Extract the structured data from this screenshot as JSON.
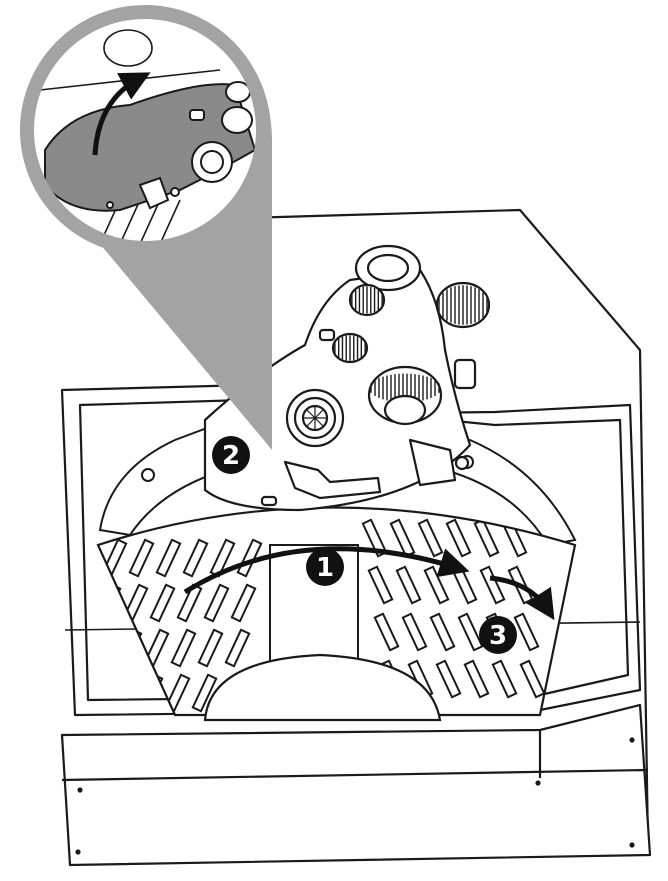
{
  "diagram": {
    "step_markers": [
      {
        "id": "step-1",
        "label": "1"
      },
      {
        "id": "step-2",
        "label": "2"
      },
      {
        "id": "step-3",
        "label": "3"
      }
    ],
    "colors": {
      "outline": "#1a1a1a",
      "callout_gray": "#a3a3a3",
      "lever_gray": "#8a8a8a",
      "marker_fill": "#111111",
      "background": "#ffffff"
    },
    "icons": {
      "rotate_arrow": "curved-arrow-right-icon",
      "release_arrow": "curved-arrow-down-icon",
      "lift_arrow": "curved-arrow-up-icon"
    }
  }
}
